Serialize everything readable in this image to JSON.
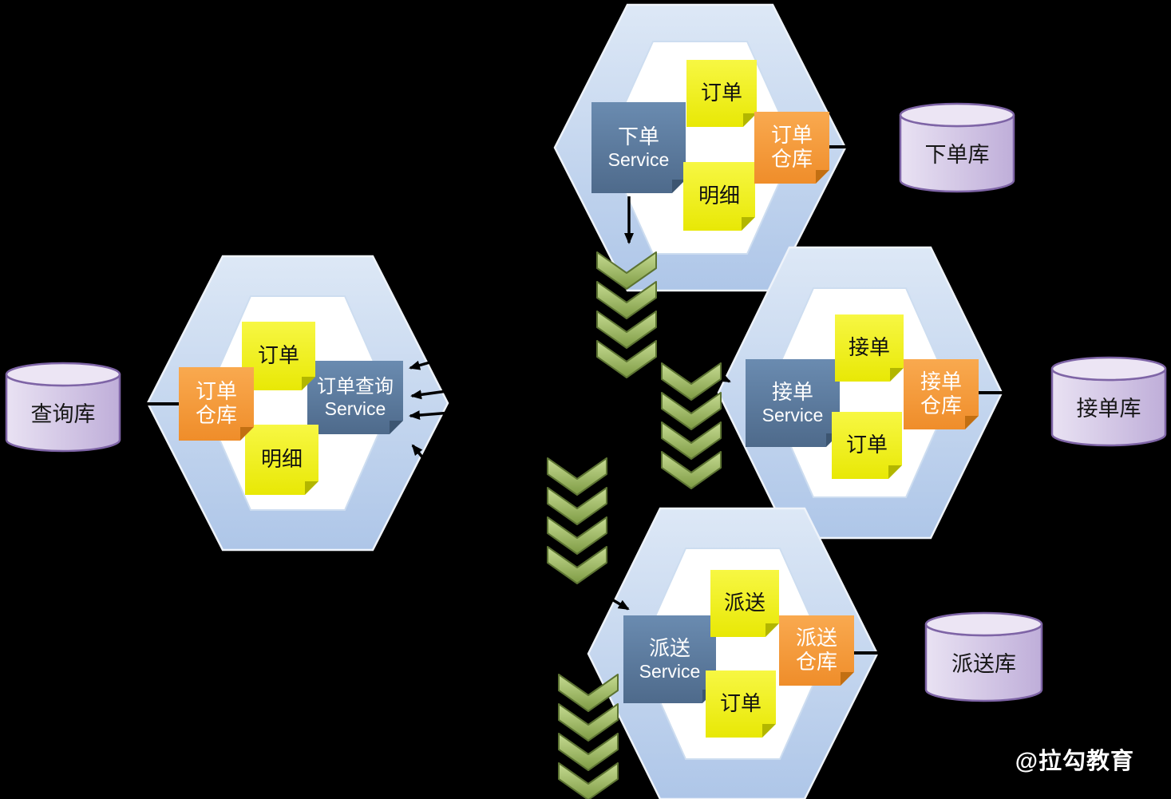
{
  "watermark": "@拉勾教育",
  "colors": {
    "background": "#000000",
    "hexagon_fill_top": "#dde8f6",
    "hexagon_fill_bottom": "#aec6e8",
    "inner_hexagon": "#ffffff",
    "note_yellow": "#eeee10",
    "note_blue": "#5d7da3",
    "note_orange": "#f5983a",
    "queue_green": "#9bbb59",
    "database_fill": "#cfc0e0",
    "database_stroke": "#7e64a6",
    "connector": "#000000",
    "watermark_color": "#ffffff"
  },
  "queues": {
    "count": 4,
    "chevrons_per_queue": 4
  },
  "services": {
    "place": {
      "service_line1": "下单",
      "service_line2": "Service",
      "message_top": "订单",
      "message_bottom": "明细",
      "store_line1": "订单",
      "store_line2": "仓库",
      "database": "下单库"
    },
    "accept": {
      "service_line1": "接单",
      "service_line2": "Service",
      "message_top": "接单",
      "message_bottom": "订单",
      "store_line1": "接单",
      "store_line2": "仓库",
      "database": "接单库"
    },
    "deliver": {
      "service_line1": "派送",
      "service_line2": "Service",
      "message_top": "派送",
      "message_bottom": "订单",
      "store_line1": "派送",
      "store_line2": "仓库",
      "database": "派送库"
    },
    "query": {
      "service_line1": "订单查询",
      "service_line2": "Service",
      "message_top": "订单",
      "message_bottom": "明细",
      "store_line1": "订单",
      "store_line2": "仓库",
      "database": "查询库"
    }
  }
}
